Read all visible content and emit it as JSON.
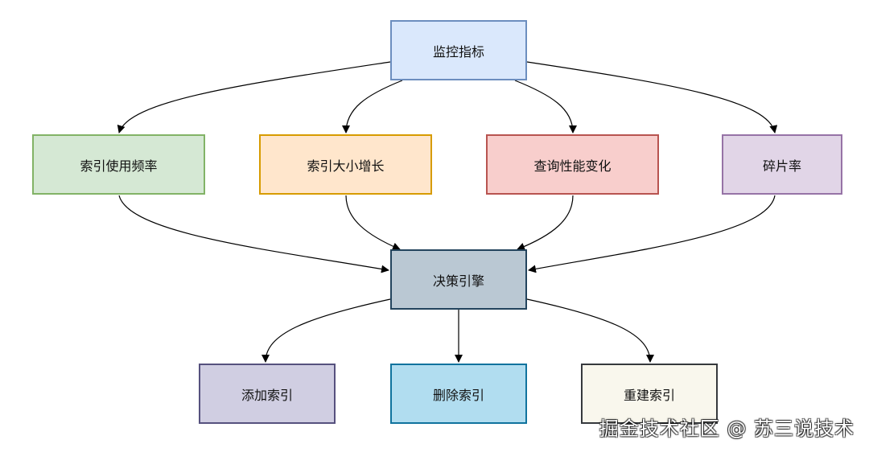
{
  "nodes": {
    "monitor": {
      "label": "监控指标",
      "fill": "#dae8fc",
      "stroke": "#6c8ebf"
    },
    "usage": {
      "label": "索引使用频率",
      "fill": "#d5e8d4",
      "stroke": "#82b366"
    },
    "growth": {
      "label": "索引大小增长",
      "fill": "#ffe6cc",
      "stroke": "#d79b00"
    },
    "perf": {
      "label": "查询性能变化",
      "fill": "#f8cecc",
      "stroke": "#b85450"
    },
    "frag": {
      "label": "碎片率",
      "fill": "#e1d5e7",
      "stroke": "#9673a6"
    },
    "engine": {
      "label": "决策引擎",
      "fill": "#bac8d3",
      "stroke": "#23445d"
    },
    "add": {
      "label": "添加索引",
      "fill": "#d0cee2",
      "stroke": "#56517e"
    },
    "remove": {
      "label": "删除索引",
      "fill": "#b1ddf0",
      "stroke": "#10739e"
    },
    "rebuild": {
      "label": "重建索引",
      "fill": "#f9f7ed",
      "stroke": "#36393d"
    }
  },
  "edges": [
    {
      "from": "monitor",
      "to": "usage"
    },
    {
      "from": "monitor",
      "to": "growth"
    },
    {
      "from": "monitor",
      "to": "perf"
    },
    {
      "from": "monitor",
      "to": "frag"
    },
    {
      "from": "usage",
      "to": "engine"
    },
    {
      "from": "growth",
      "to": "engine"
    },
    {
      "from": "perf",
      "to": "engine"
    },
    {
      "from": "frag",
      "to": "engine"
    },
    {
      "from": "engine",
      "to": "add"
    },
    {
      "from": "engine",
      "to": "remove"
    },
    {
      "from": "engine",
      "to": "rebuild"
    }
  ],
  "watermark": "掘金技术社区 @ 苏三说技术"
}
